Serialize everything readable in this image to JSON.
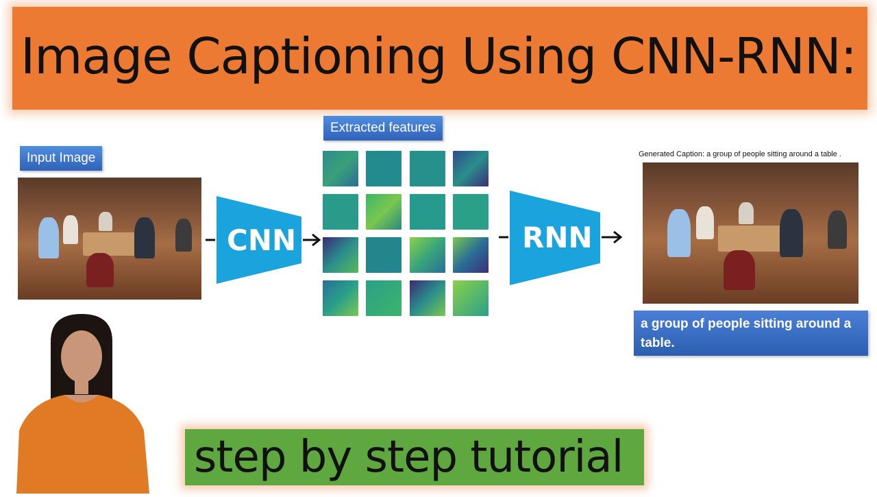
{
  "title": "Image Captioning Using CNN-RNN:",
  "labels": {
    "input_image": "Input Image",
    "extracted_features": "Extracted features"
  },
  "blocks": {
    "cnn": "CNN",
    "rnn": "RNN"
  },
  "generated_caption_line": "Generated Caption:  a group of people sitting around a table .",
  "caption_box": "a group of people sitting around a table.",
  "tutorial": "step by step tutorial",
  "colors": {
    "title_banner": "#ec7a32",
    "tutorial_banner": "#5fa83f",
    "label_blue": "#3a72c8",
    "block_cyan": "#1aa3dc"
  }
}
